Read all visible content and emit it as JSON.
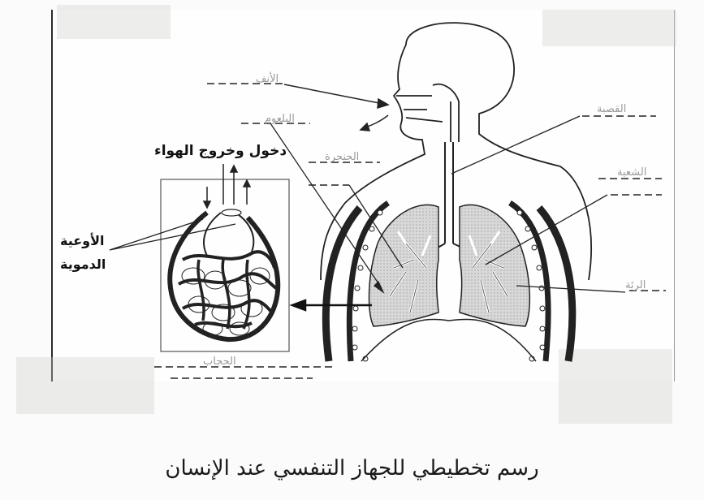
{
  "caption": "رسم تخطيطي للجهاز التنفسي عند الإنسان",
  "labels": {
    "air_flow": "دخول وخروج الهواء",
    "blood_vessels_line1": "الأوعية",
    "blood_vessels_line2": "الدموية"
  },
  "faint_labels": {
    "nose": "الأنف",
    "larynx": "البلعوم",
    "left_top": "الحنجرة",
    "trachea": "القصبة",
    "bronchus": "الشعبة",
    "lung": "الرئة",
    "diaphragm": "الحجاب"
  }
}
